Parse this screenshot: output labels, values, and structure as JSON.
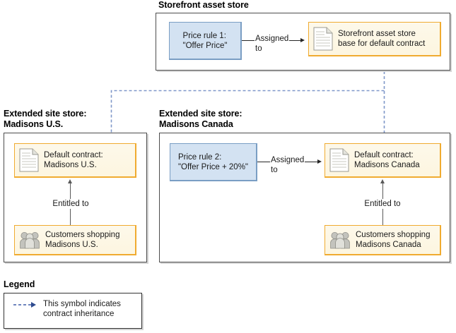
{
  "diagram": {
    "title_storefront": "Storefront asset store",
    "title_site_us": "Extended site store:\nMadisons U.S.",
    "title_site_ca": "Extended site store:\nMadisons Canada"
  },
  "storefront_asset_store": {
    "price_rule": {
      "label": "Price rule 1:\n\"Offer Price\"",
      "fill": "#d3e2f2",
      "border": "#7a9ec4"
    },
    "connector_label": "Assigned\nto",
    "asset": {
      "label": "Storefront asset store\nbase for default contract",
      "icon": "document-icon",
      "fill": "#fdf6e3",
      "border": "#f0ab30"
    }
  },
  "extended_site_store_us": {
    "contract": {
      "label": "Default contract:\nMadisons U.S.",
      "icon": "document-icon",
      "fill": "#fdf6e3",
      "border": "#f0ab30"
    },
    "entitled_label": "Entitled to",
    "customers": {
      "label": "Customers shopping\nMadisons U.S.",
      "icon": "customers-group-icon",
      "fill": "#fdf6e3",
      "border": "#f0ab30"
    }
  },
  "extended_site_store_ca": {
    "price_rule": {
      "label": "Price rule 2:\n\"Offer Price + 20%\"",
      "fill": "#d3e2f2",
      "border": "#7a9ec4"
    },
    "connector_label": "Assigned\nto",
    "contract": {
      "label": "Default contract:\nMadisons Canada",
      "icon": "document-icon",
      "fill": "#fdf6e3",
      "border": "#f0ab30"
    },
    "entitled_label": "Entitled to",
    "customers": {
      "label": "Customers shopping\nMadisons Canada",
      "icon": "customers-group-icon",
      "fill": "#fdf6e3",
      "border": "#f0ab30"
    }
  },
  "legend": {
    "title": "Legend",
    "symbol": "dashed-arrow-icon",
    "description": "This symbol indicates\ncontract inheritance",
    "color": "#5b74b5"
  }
}
